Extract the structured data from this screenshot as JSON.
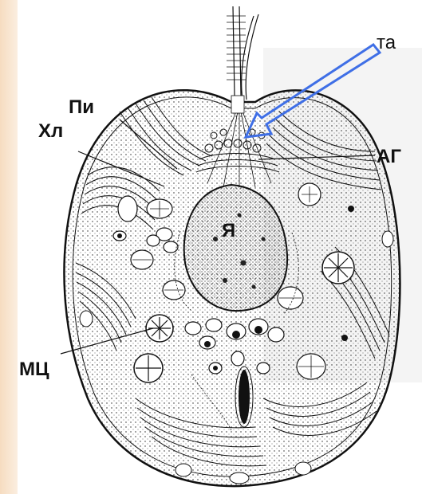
{
  "labels": {
    "ta": "та",
    "pi": "Пи",
    "hl": "Хл",
    "ag": "АГ",
    "ya": "Я",
    "mc": "МЦ"
  },
  "colors": {
    "arrow": "#3f6fe6",
    "ink": "#111111",
    "strip": "#f6dcc0"
  }
}
